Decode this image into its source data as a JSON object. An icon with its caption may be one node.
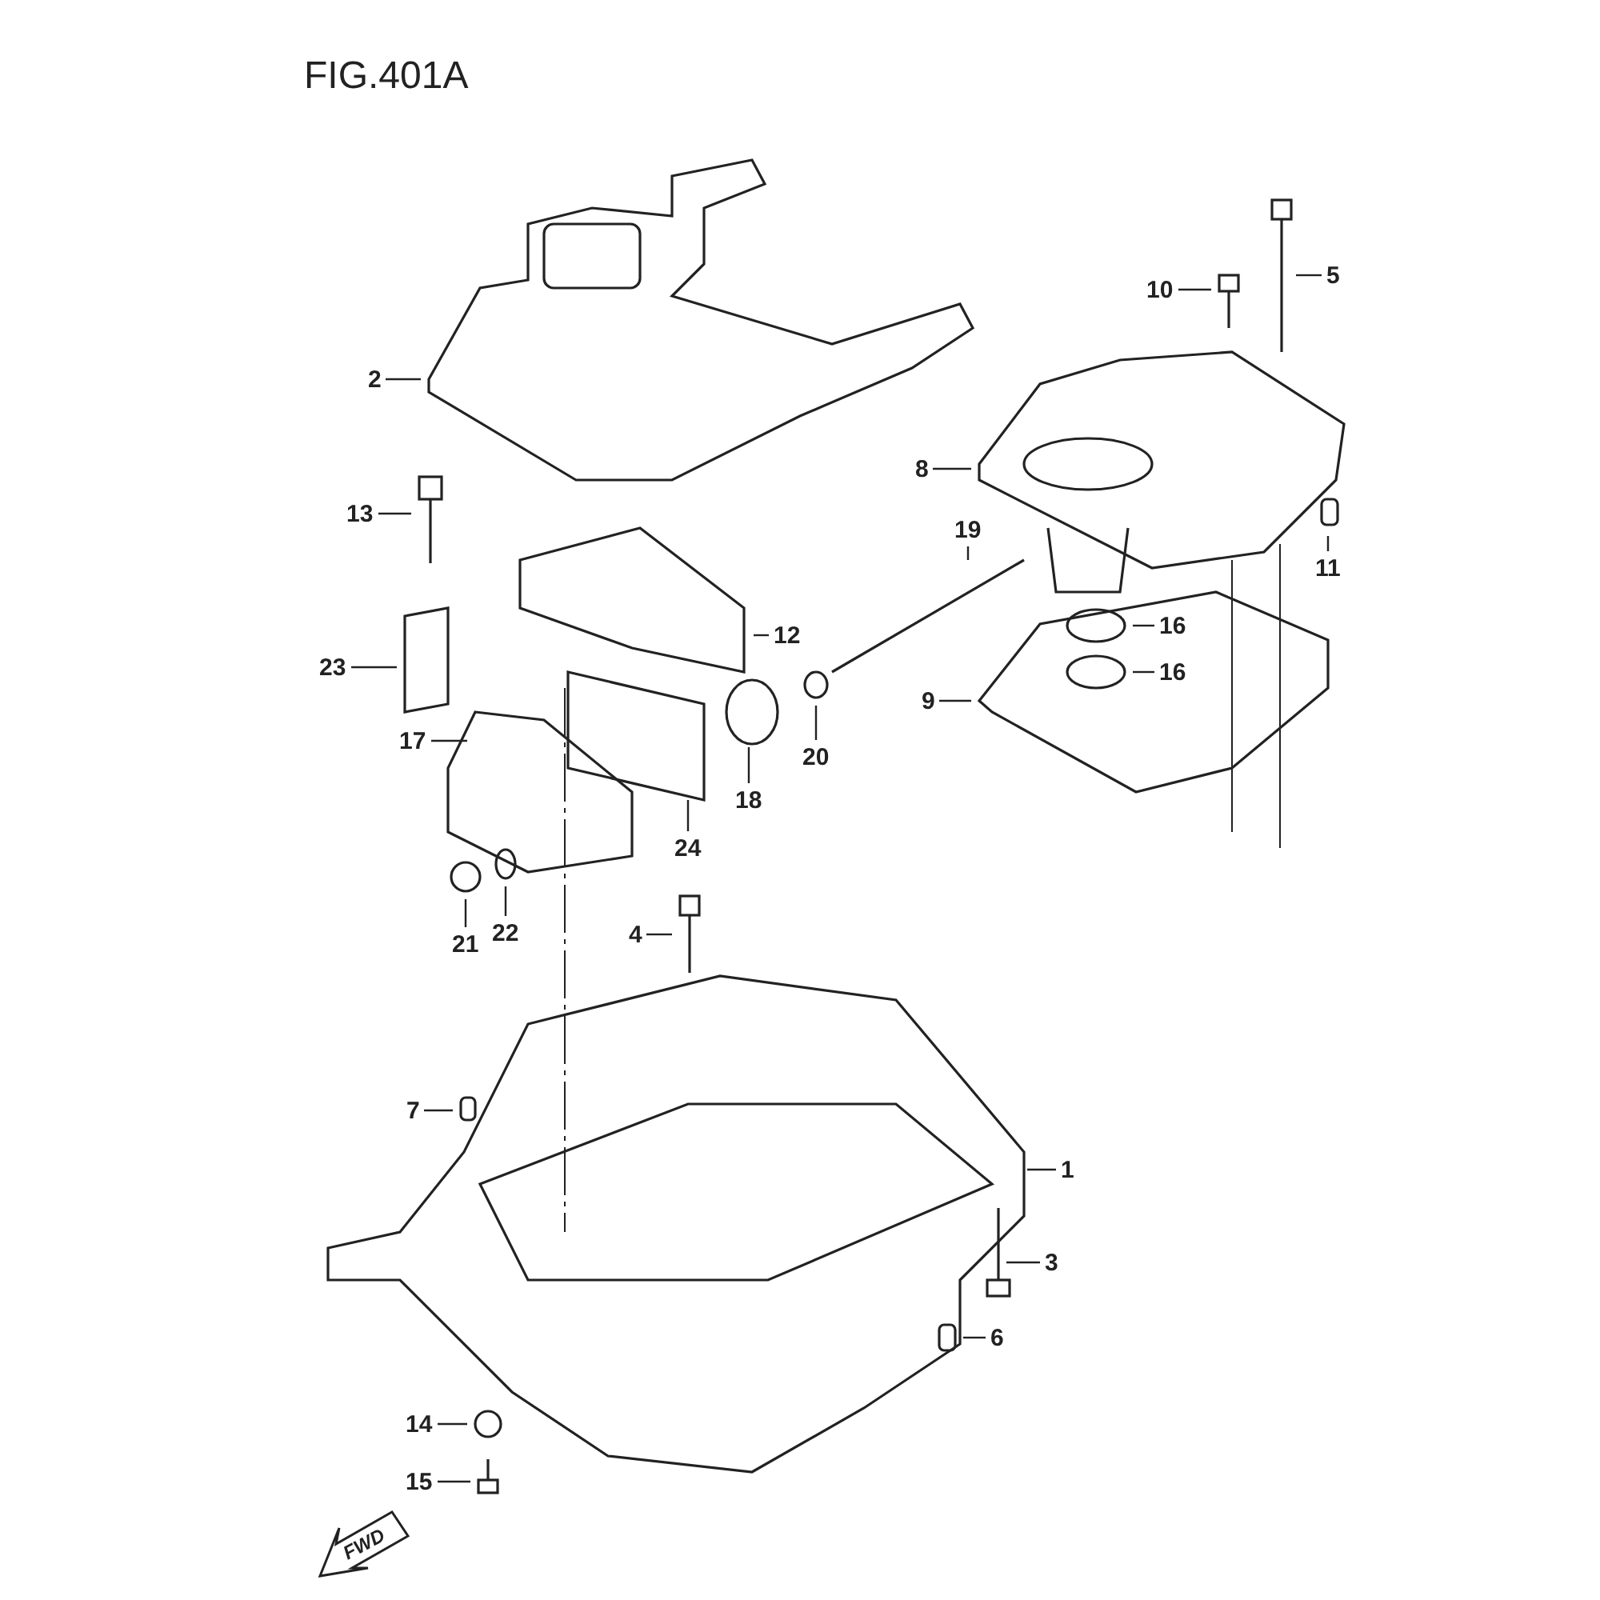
{
  "diagram": {
    "title": "FIG.401A",
    "nodes": [
      {
        "text": [
          "10"
        ]
      },
      {
        "text": [
          "5"
        ]
      },
      {
        "text": [
          "2"
        ]
      },
      {
        "text": [
          "8"
        ]
      },
      {
        "text": [
          "13"
        ]
      },
      {
        "text": [
          "19"
        ]
      },
      {
        "text": [
          "11"
        ]
      },
      {
        "text": [
          "12"
        ]
      },
      {
        "text": [
          "16"
        ]
      },
      {
        "text": [
          "23"
        ]
      },
      {
        "text": [
          "16"
        ]
      },
      {
        "text": [
          "9"
        ]
      },
      {
        "text": [
          "17"
        ]
      },
      {
        "text": [
          "20"
        ]
      },
      {
        "text": [
          "18"
        ]
      },
      {
        "text": [
          "24"
        ]
      },
      {
        "text": [
          "21"
        ]
      },
      {
        "text": [
          "22"
        ]
      },
      {
        "text": [
          "4"
        ]
      },
      {
        "text": [
          "7"
        ]
      },
      {
        "text": [
          "1"
        ]
      },
      {
        "text": [
          "3"
        ]
      },
      {
        "text": [
          "6"
        ]
      },
      {
        "text": [
          "14"
        ]
      },
      {
        "text": [
          "15"
        ]
      }
    ],
    "edges": [
      {
        "from": 0,
        "to": null,
        "arrow": "none"
      },
      {
        "from": 1,
        "to": null,
        "arrow": "none"
      },
      {
        "from": 2,
        "to": null,
        "arrow": "none"
      },
      {
        "from": 3,
        "to": null,
        "arrow": "none"
      },
      {
        "from": 4,
        "to": null,
        "arrow": "none"
      },
      {
        "from": 5,
        "to": null,
        "arrow": "none"
      },
      {
        "from": 6,
        "to": null,
        "arrow": "none"
      },
      {
        "from": 7,
        "to": null,
        "arrow": "none"
      },
      {
        "from": 8,
        "to": null,
        "arrow": "none"
      },
      {
        "from": 9,
        "to": null,
        "arrow": "none"
      },
      {
        "from": 10,
        "to": null,
        "arrow": "none"
      },
      {
        "from": 11,
        "to": null,
        "arrow": "none"
      },
      {
        "from": 12,
        "to": null,
        "arrow": "none"
      },
      {
        "from": 13,
        "to": null,
        "arrow": "none"
      },
      {
        "from": 14,
        "to": null,
        "arrow": "none"
      },
      {
        "from": 15,
        "to": null,
        "arrow": "none"
      },
      {
        "from": 16,
        "to": null,
        "arrow": "none"
      },
      {
        "from": 17,
        "to": null,
        "arrow": "none"
      },
      {
        "from": 18,
        "to": null,
        "arrow": "none"
      },
      {
        "from": 19,
        "to": null,
        "arrow": "none"
      },
      {
        "from": 20,
        "to": null,
        "arrow": "none"
      },
      {
        "from": 21,
        "to": null,
        "arrow": "none"
      },
      {
        "from": 22,
        "to": null,
        "arrow": "none"
      },
      {
        "from": 23,
        "to": null,
        "arrow": "none"
      },
      {
        "from": 24,
        "to": null,
        "arrow": "none"
      }
    ],
    "labels": [
      "FWD"
    ]
  }
}
